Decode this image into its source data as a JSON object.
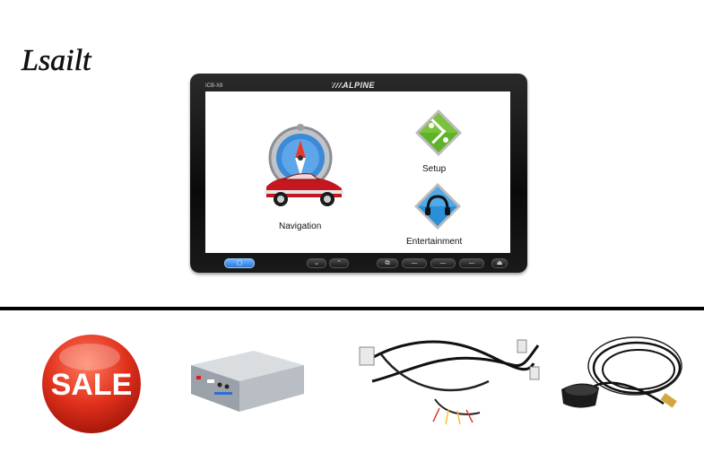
{
  "brand": {
    "logo_text": "Lsailt"
  },
  "headunit": {
    "model": "ICB-X8",
    "maker": "ALPINE"
  },
  "screen": {
    "apps": [
      {
        "label": "Navigation"
      },
      {
        "label": "Setup"
      },
      {
        "label": "Entertainment"
      }
    ]
  },
  "buttons": [
    {
      "glyph": "▢"
    },
    {
      "glyph": "⌄"
    },
    {
      "glyph": "⌃"
    },
    {
      "glyph": "⧉"
    },
    {
      "glyph": "—"
    },
    {
      "glyph": "—"
    },
    {
      "glyph": "—"
    },
    {
      "glyph": "⏏"
    }
  ],
  "sale_badge": {
    "text": "SALE"
  },
  "colors": {
    "sale_red": "#e0301c",
    "setup_green": "#5fb22a",
    "ent_blue": "#2a8fd8",
    "divider": "#000000"
  }
}
